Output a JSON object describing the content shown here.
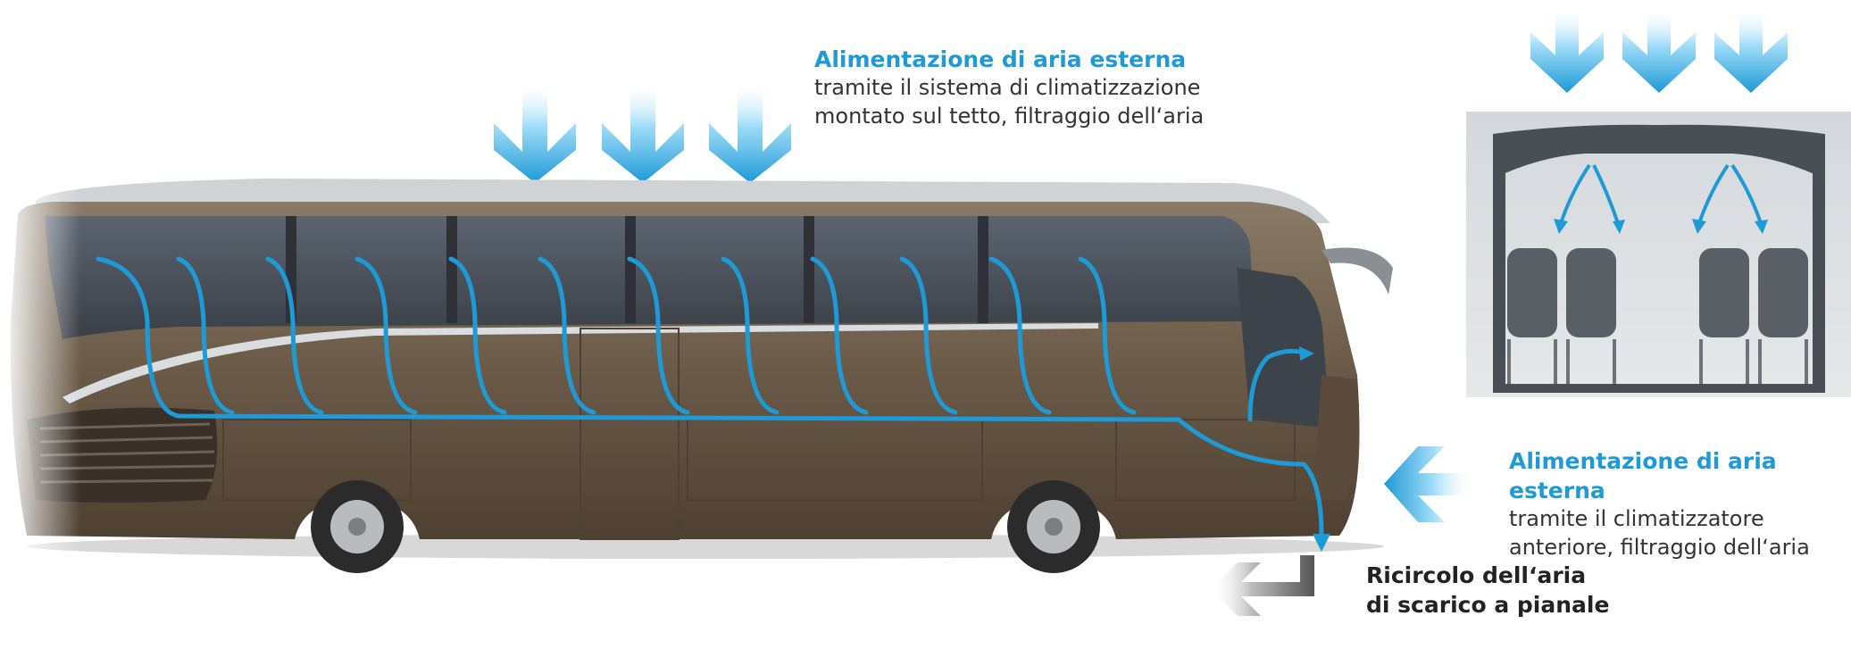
{
  "colors": {
    "accent": "#1e9ad6",
    "arrow_light": "#7fd3f7",
    "bus_body": "#6b5a48",
    "text": "#333333",
    "recirc_arrow": "#8a8a8a"
  },
  "callouts": {
    "roof": {
      "heading": "Alimentazione di aria esterna",
      "line1": "tramite il sistema di climatizzazione",
      "line2": "montato sul tetto, filtraggio dell‘aria"
    },
    "front": {
      "heading": "Alimentazione di aria esterna",
      "line1": "tramite il climatizzatore",
      "line2": "anteriore, filtraggio dell‘aria"
    },
    "recirculation": {
      "line1": "Ricircolo dell‘aria",
      "line2": "di scarico a pianale"
    }
  },
  "icons": {
    "down_arrow": "down-arrow-icon",
    "left_arrow": "left-arrow-icon",
    "return_arrow": "return-arrow-icon"
  }
}
